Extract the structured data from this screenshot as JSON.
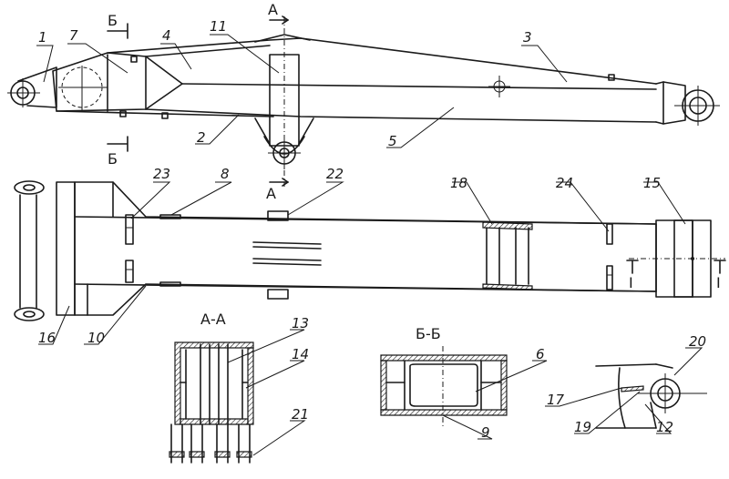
{
  "labels": {
    "p1": "1",
    "p7": "7",
    "p4": "4",
    "p11": "11",
    "p3": "3",
    "p2": "2",
    "p5": "5",
    "p23": "23",
    "p8": "8",
    "p22": "22",
    "p18": "18",
    "p24": "24",
    "p15": "15",
    "p16": "16",
    "p10": "10",
    "p13": "13",
    "p14": "14",
    "p21": "21",
    "p6": "6",
    "p9": "9",
    "p20": "20",
    "p17": "17",
    "p19": "19",
    "p12": "12"
  },
  "sections": {
    "aa_title": "А-А",
    "bb_title": "Б-Б",
    "cut_a_top": "А",
    "cut_a_bottom": "А",
    "cut_b_top": "Б",
    "cut_b_bottom": "Б",
    "cut_i_left": "I",
    "cut_i_right": "I"
  }
}
